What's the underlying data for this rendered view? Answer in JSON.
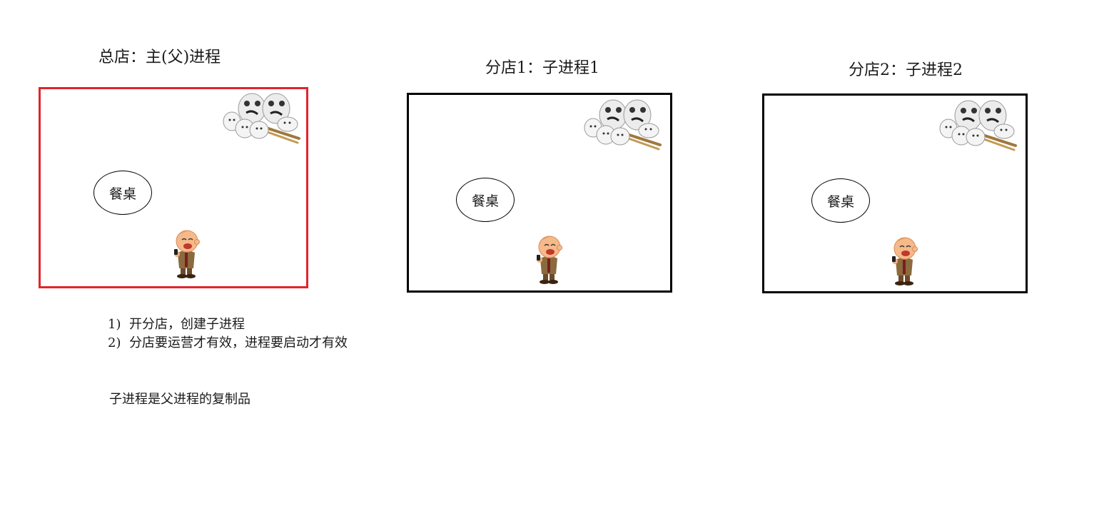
{
  "stores": [
    {
      "id": "main",
      "title": "总店：主(父)进程",
      "table_label": "餐桌",
      "border_color": "#e0252c",
      "dishes_icon": "dishes-stack-icon",
      "waiter_icon": "waiter-boy-icon"
    },
    {
      "id": "branch1",
      "title": "分店1：子进程1",
      "table_label": "餐桌",
      "border_color": "#000000",
      "dishes_icon": "dishes-stack-icon",
      "waiter_icon": "waiter-boy-icon"
    },
    {
      "id": "branch2",
      "title": "分店2：子进程2",
      "table_label": "餐桌",
      "border_color": "#000000",
      "dishes_icon": "dishes-stack-icon",
      "waiter_icon": "waiter-boy-icon"
    }
  ],
  "notes": [
    {
      "num": "1)",
      "text": "开分店，创建子进程"
    },
    {
      "num": "2)",
      "text": "分店要运营才有效，进程要启动才有效"
    }
  ],
  "summary": "子进程是父进程的复制品"
}
